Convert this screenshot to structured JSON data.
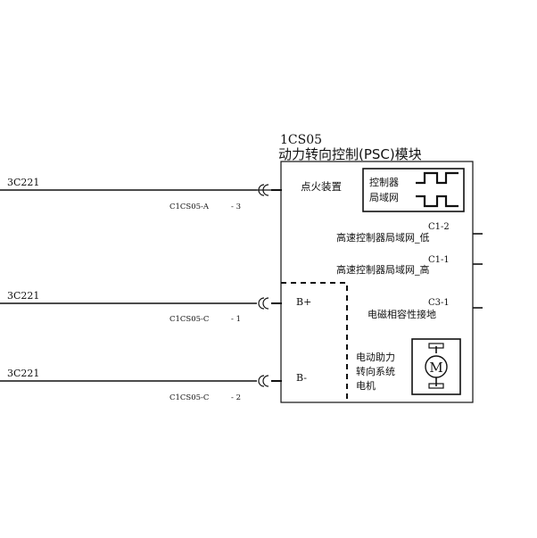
{
  "module": {
    "code": "1CS05",
    "title": "动力转向控制(PSC)模块"
  },
  "inputs": {
    "wire_a_label": "3C221",
    "wire_b_label": "3C221",
    "wire_c_label": "3C221",
    "conn_a_label": "C1CS05-A",
    "conn_a_pin": "- 3",
    "conn_b_label": "C1CS05-C",
    "conn_b_pin": "- 1",
    "conn_c_label": "C1CS05-C",
    "conn_c_pin": "- 2"
  },
  "internal": {
    "ignition_label": "点火装置",
    "b_plus_label": "B+",
    "b_minus_label": "B-",
    "can_box_line1": "控制器",
    "can_box_line2": "局域网",
    "pin_c1_2": "C1-2",
    "hs_can_low": "高速控制器局域网_低",
    "pin_c1_1": "C1-1",
    "hs_can_high": "高速控制器局域网_高",
    "pin_c3_1": "C3-1",
    "emc_ground": "电磁相容性接地",
    "motor_line1": "电动助力",
    "motor_line2": "转向系统",
    "motor_line3": "电机",
    "motor_symbol": "M"
  },
  "colors": {
    "line": "#111111",
    "background": "#ffffff"
  }
}
